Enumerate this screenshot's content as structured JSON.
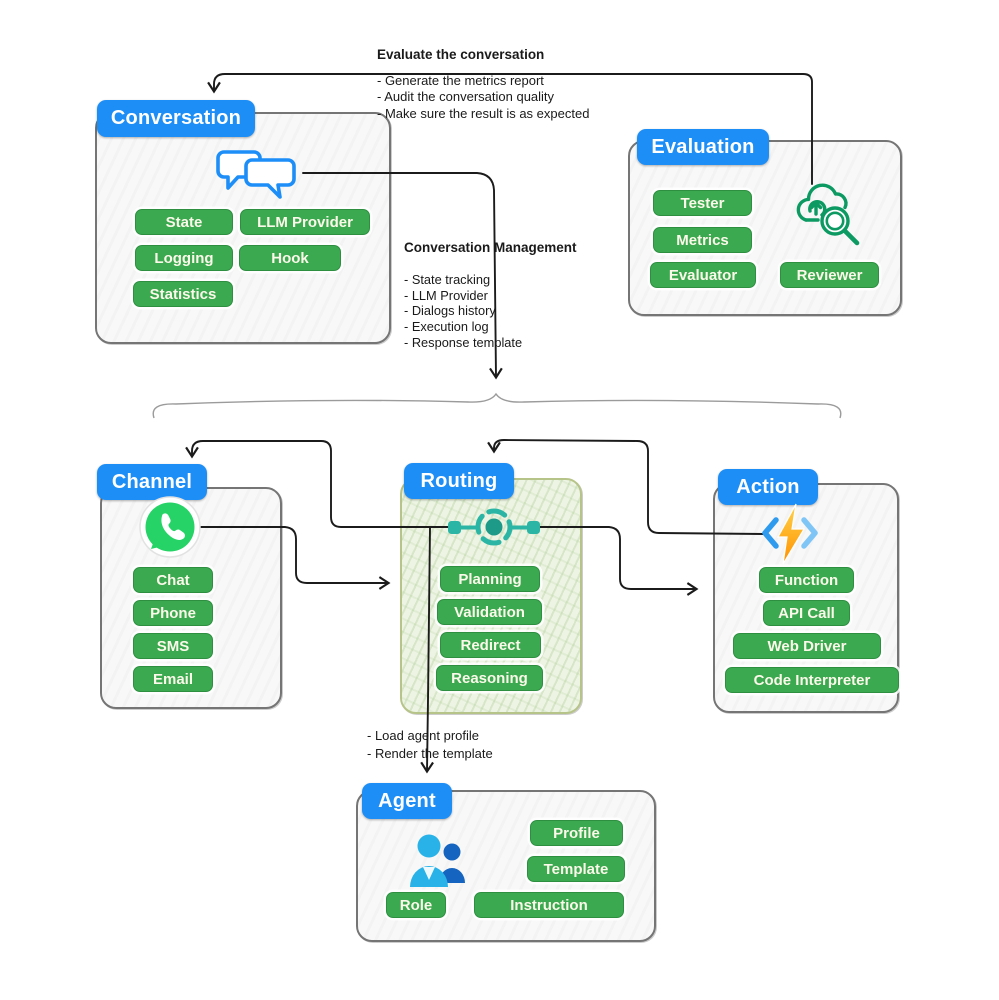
{
  "colors": {
    "header_blue": "#1e8ef7",
    "pill_green": "#3aa94f",
    "pill_text": "#fcf9ea",
    "line_black": "#1b1b1b",
    "brace_gray": "#9b9b9b",
    "routing_bg": "#edf4e3",
    "routing_border": "#b7c489",
    "whatsapp_green": "#25d366",
    "routing_teal": "#2ab5a5",
    "bolt_yellow": "#ffc107",
    "eval_icon_green": "#0c9a62",
    "chat_icon_blue": "#1d8ef7",
    "people_light_blue": "#29b2e8",
    "people_dark_blue": "#1565c0"
  },
  "annotations": {
    "evaluate": {
      "title": "Evaluate the conversation",
      "bullets": [
        "- Generate the metrics report",
        "- Audit the conversation quality",
        "- Make sure the result is as expected"
      ]
    },
    "management": {
      "title": "Conversation Management",
      "bullets": [
        "- State tracking",
        "- LLM Provider",
        "- Dialogs history",
        "- Execution log",
        "- Response template"
      ]
    },
    "agent_note": {
      "bullets": [
        "- Load agent profile",
        "- Render the template"
      ]
    }
  },
  "boxes": {
    "conversation": {
      "title": "Conversation",
      "icon": "chat-bubbles-icon",
      "pills": [
        "State",
        "LLM Provider",
        "Logging",
        "Hook",
        "Statistics"
      ]
    },
    "evaluation": {
      "title": "Evaluation",
      "icon": "cloud-search-icon",
      "pills": [
        "Tester",
        "Metrics",
        "Evaluator",
        "Reviewer"
      ]
    },
    "channel": {
      "title": "Channel",
      "icon": "whatsapp-icon",
      "pills": [
        "Chat",
        "Phone",
        "SMS",
        "Email"
      ]
    },
    "routing": {
      "title": "Routing",
      "icon": "load-balancer-icon",
      "pills": [
        "Planning",
        "Validation",
        "Redirect",
        "Reasoning"
      ]
    },
    "action": {
      "title": "Action",
      "icon": "function-lightning-icon",
      "pills": [
        "Function",
        "API Call",
        "Web Driver",
        "Code Interpreter"
      ]
    },
    "agent": {
      "title": "Agent",
      "icon": "people-icon",
      "pills": [
        "Profile",
        "Template",
        "Role",
        "Instruction"
      ]
    }
  }
}
